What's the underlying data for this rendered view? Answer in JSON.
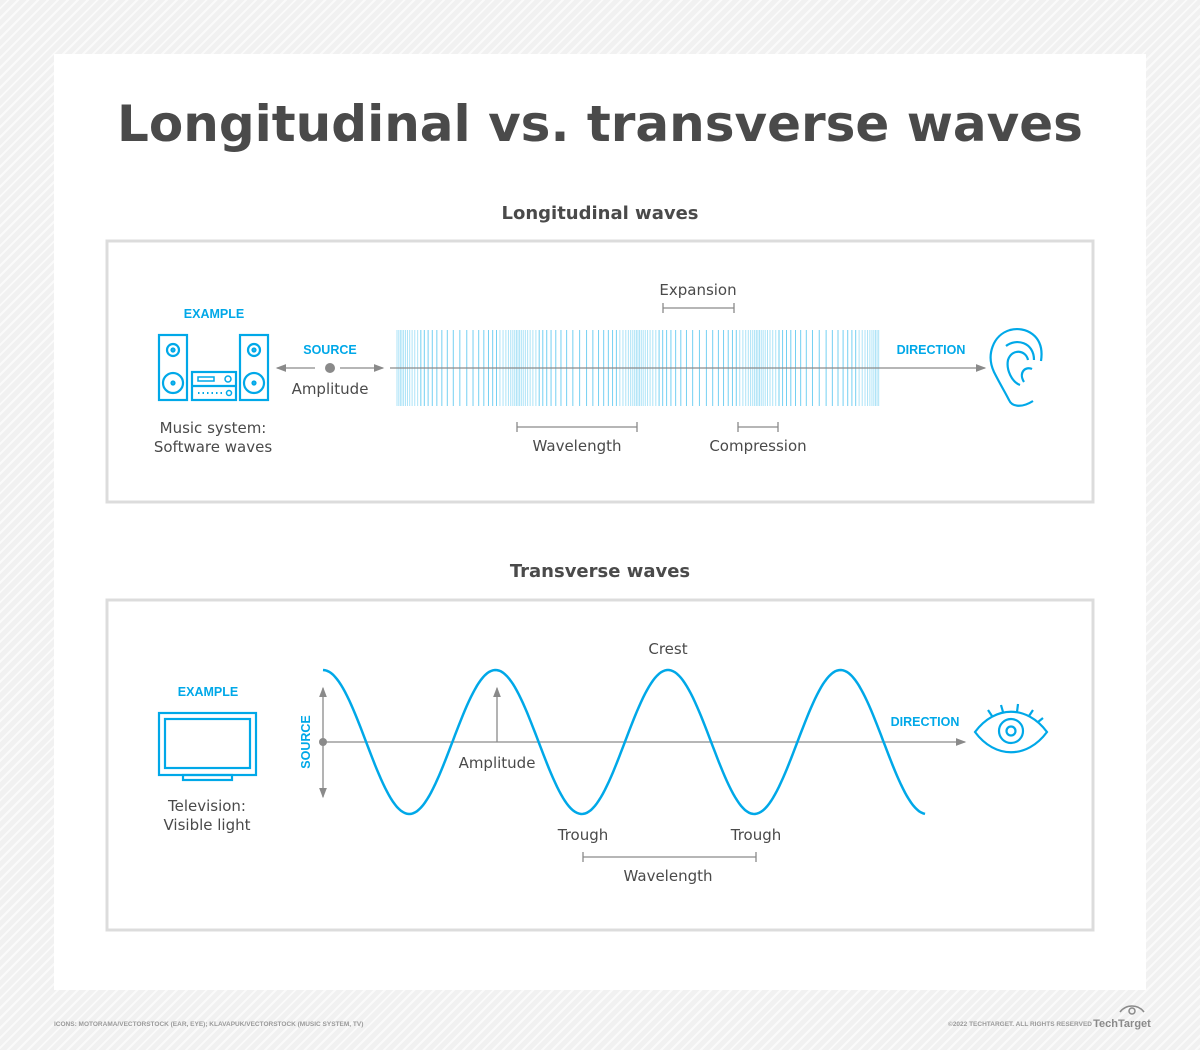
{
  "title": "Longitudinal vs. transverse waves",
  "longitudinal": {
    "heading": "Longitudinal waves",
    "example": "EXAMPLE",
    "example_label_1": "Music system:",
    "example_label_2": "Software waves",
    "source": "SOURCE",
    "amplitude": "Amplitude",
    "expansion": "Expansion",
    "wavelength": "Wavelength",
    "compression": "Compression",
    "direction": "DIRECTION",
    "icons": {
      "example": "music-system-icon",
      "receiver": "ear-icon"
    }
  },
  "transverse": {
    "heading": "Transverse waves",
    "example": "EXAMPLE",
    "example_label_1": "Television:",
    "example_label_2": "Visible light",
    "source": "SOURCE",
    "amplitude": "Amplitude",
    "crest": "Crest",
    "trough_1": "Trough",
    "trough_2": "Trough",
    "wavelength": "Wavelength",
    "direction": "DIRECTION",
    "icons": {
      "example": "television-icon",
      "receiver": "eye-icon"
    }
  },
  "footer": {
    "credits": "ICONS: MOTORAMA/VECTORSTOCK (EAR, EYE); KLAVAPUK/VECTORSTOCK (MUSIC SYSTEM, TV)",
    "copyright": "©2022 TECHTARGET. ALL RIGHTS RESERVED",
    "logo": "TechTarget"
  },
  "colors": {
    "accent": "#00a8e8",
    "text": "#4a4a4a",
    "line": "#8a8a8a"
  }
}
